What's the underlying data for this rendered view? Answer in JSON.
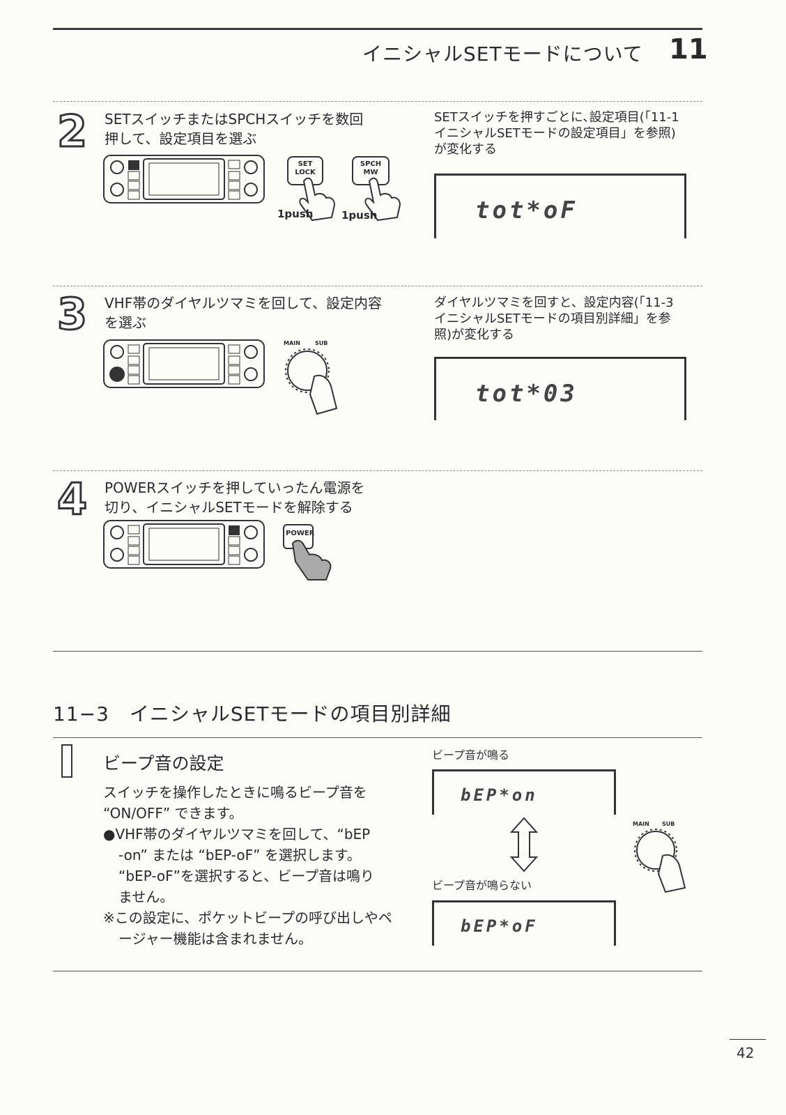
{
  "header": {
    "chapter_title": "イニシャルSETモードについて",
    "chapter_number": "11"
  },
  "steps": [
    {
      "number": "2",
      "instruction_lines": [
        "SETスイッチまたはSPCHスイッチを数回",
        "押して、設定項目を選ぶ"
      ],
      "note_lines": [
        "SETスイッチを押すごとに､設定項目(｢11-1",
        "イニシャルSETモードの設定項目」を参照)",
        "が変化する"
      ],
      "buttons": [
        {
          "label_line1": "SET",
          "label_line2": "LOCK",
          "caption": "1push"
        },
        {
          "label_line1": "SPCH",
          "label_line2": "MW",
          "caption": "1push"
        }
      ],
      "display": "tot*oF"
    },
    {
      "number": "3",
      "instruction_lines": [
        "VHF帯のダイヤルツマミを回して、設定内容",
        "を選ぶ"
      ],
      "note_lines": [
        "ダイヤルツマミを回すと、設定内容(｢11-3",
        "イニシャルSETモードの項目別詳細」を参",
        "照)が変化する"
      ],
      "knob_labels": {
        "main": "MAIN",
        "sub": "SUB"
      },
      "display": "tot*03"
    },
    {
      "number": "4",
      "instruction_lines": [
        "POWERスイッチを押していったん電源を",
        "切り、イニシャルSETモードを解除する"
      ],
      "button": {
        "label": "POWER"
      }
    }
  ],
  "section": {
    "title": "11−3　イニシャルSETモードの項目別詳細",
    "item": {
      "number": "1",
      "title": "ビープ音の設定",
      "body_lines": [
        "スイッチを操作したときに鳴るビープ音を",
        "“ON/OFF” できます。",
        "●VHF帯のダイヤルツマミを回して、“bEP",
        "-on” または “bEP-oF” を選択します。",
        "“bEP-oF”を選択すると、ビープ音は鳴り",
        "ません。",
        "※この設定に、ポケットビープの呼び出しやペ",
        "ージャー機能は含まれません。"
      ],
      "label_on": "ビープ音が鳴る",
      "label_off": "ビープ音が鳴らない",
      "display_on": "bEP*on",
      "display_off": "bEP*oF",
      "knob_labels": {
        "main": "MAIN",
        "sub": "SUB"
      }
    }
  },
  "page_number": "42"
}
